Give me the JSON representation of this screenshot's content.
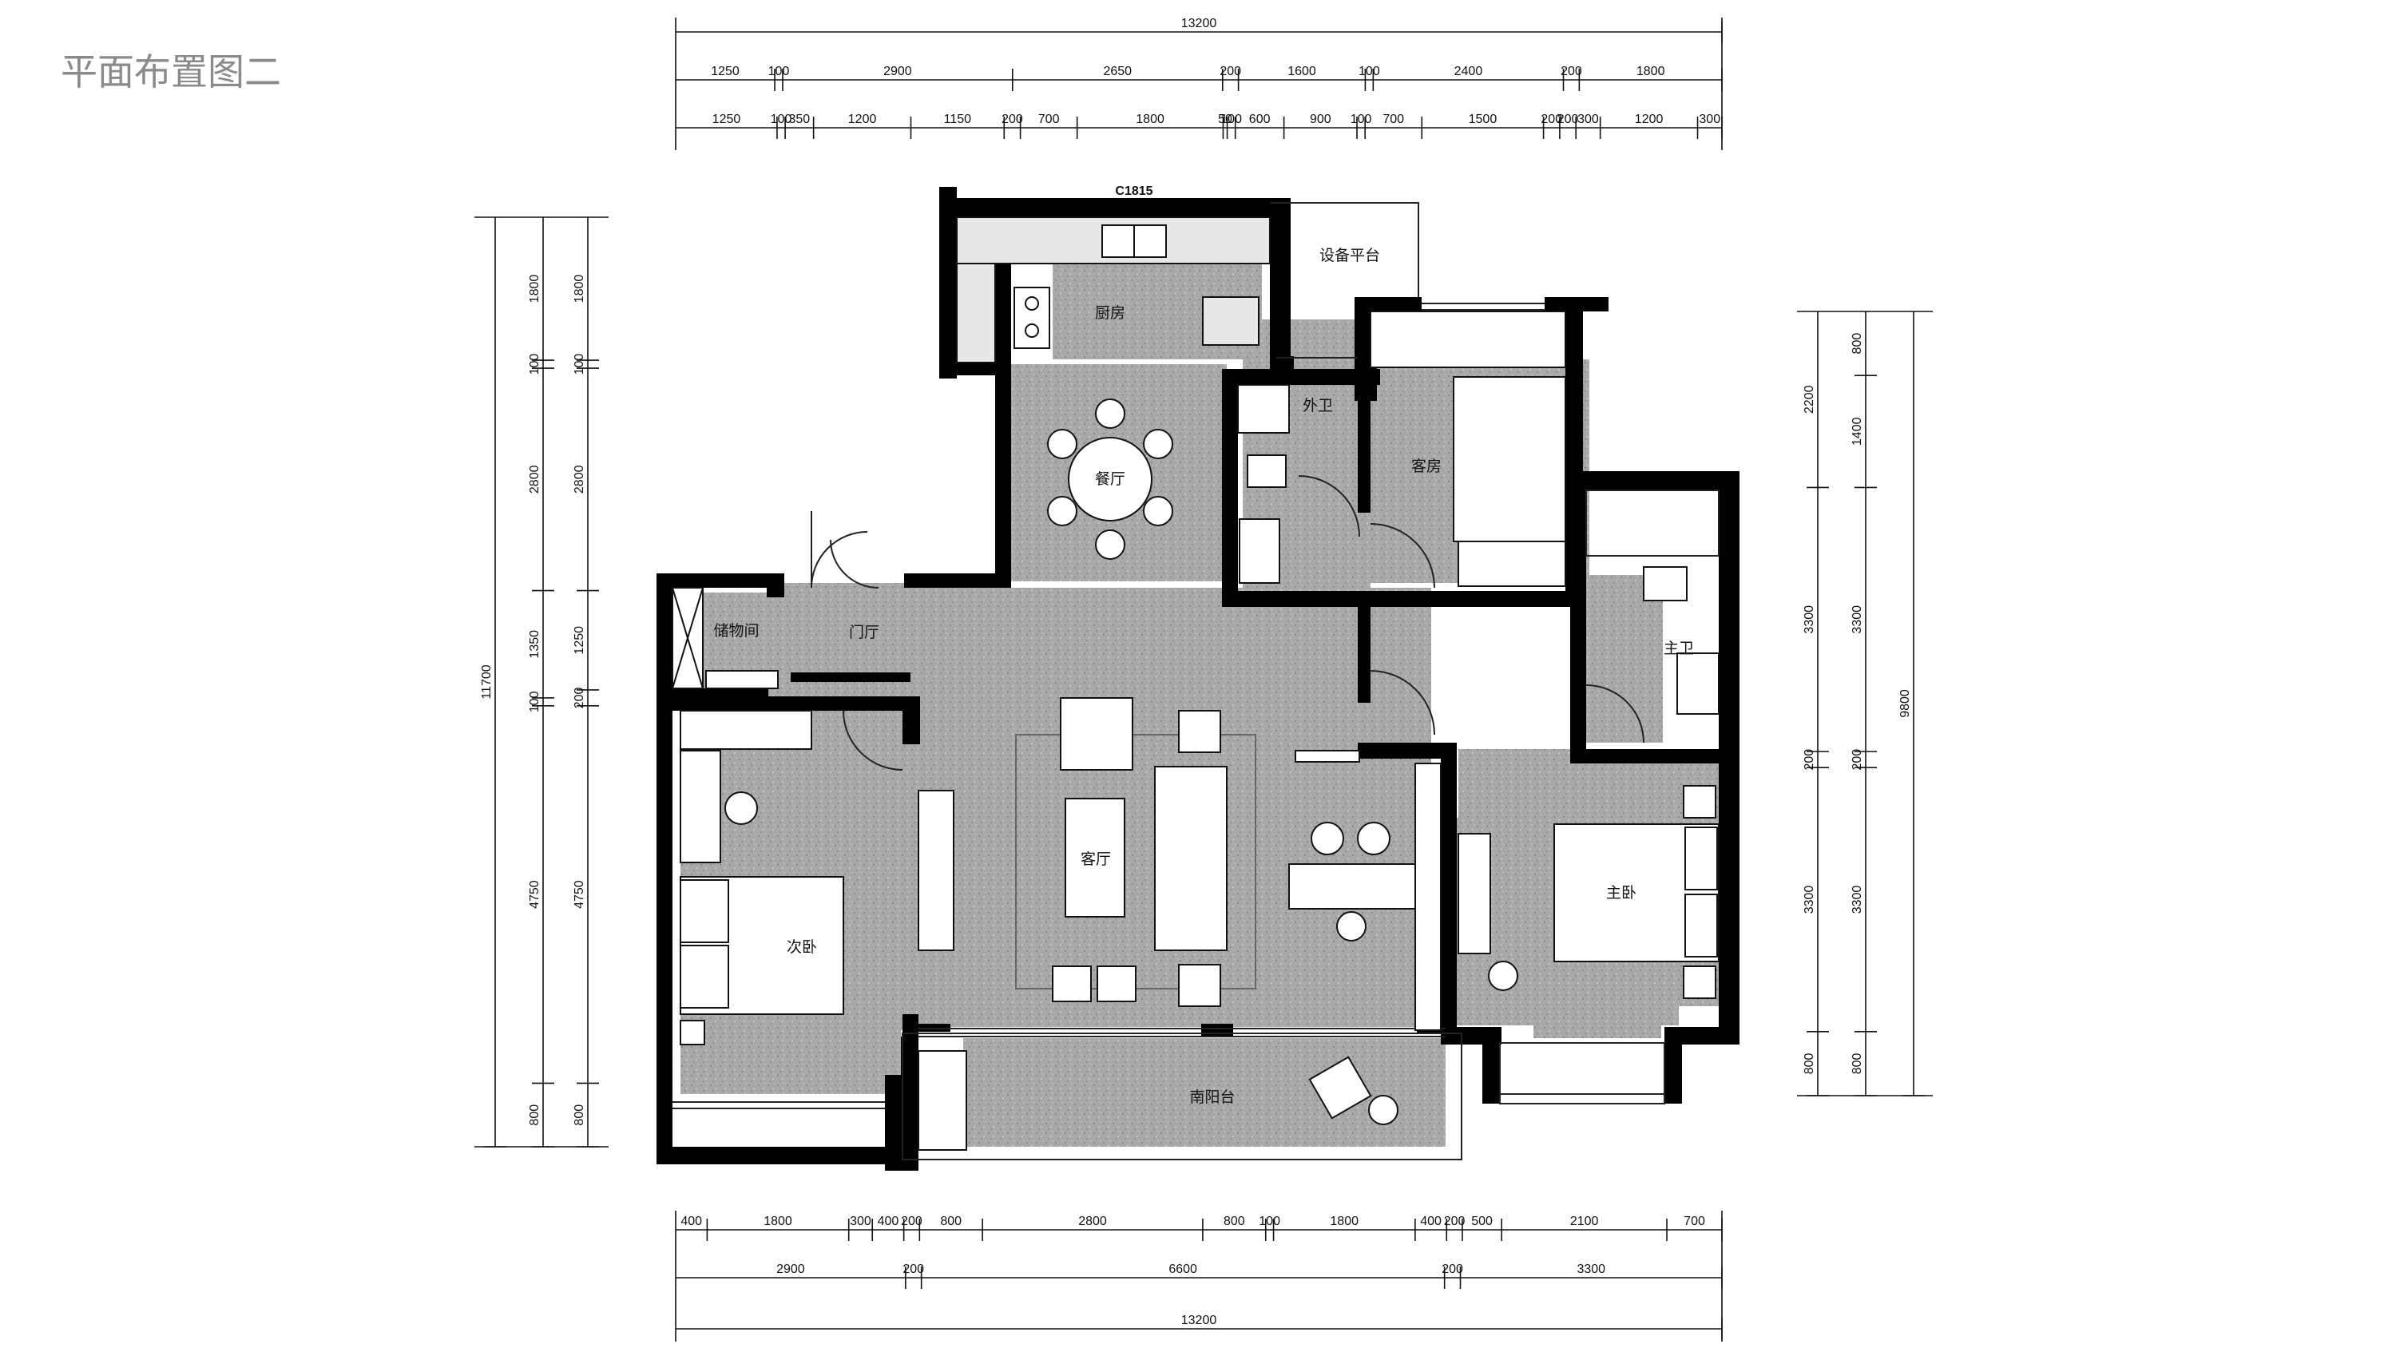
{
  "title": "平面布置图二",
  "colors": {
    "wall": "#000000",
    "floor": "#a9a9a9",
    "line": "#222222",
    "background": "#ffffff",
    "title": "#8a8a8a"
  },
  "rooms": {
    "kitchen": "厨房",
    "equipment": "设备平台",
    "dining": "餐厅",
    "guest_bath": "外卫",
    "guest_room": "客房",
    "storage": "储物间",
    "foyer": "门厅",
    "master_bath": "主卫",
    "living": "客厅",
    "second_bed": "次卧",
    "master_bed": "主卧",
    "balcony": "南阳台"
  },
  "window_tag": "C1815",
  "top_dims": {
    "total": "13200",
    "row1": [
      "1250",
      "100",
      "2900",
      "2650",
      "200",
      "1600",
      "100",
      "2400",
      "200",
      "1800"
    ],
    "row2": [
      "1250",
      "100",
      "350",
      "1200",
      "1150",
      "200",
      "700",
      "1800",
      "50",
      "100",
      "600",
      "900",
      "100",
      "700",
      "1500",
      "200",
      "200",
      "300",
      "1200",
      "300"
    ]
  },
  "bottom_dims": {
    "total": "13200",
    "row1": [
      "400",
      "1800",
      "300",
      "400",
      "200",
      "800",
      "2800",
      "800",
      "100",
      "1800",
      "400",
      "200",
      "500",
      "2100",
      "700"
    ],
    "row2": [
      "2900",
      "200",
      "6600",
      "200",
      "3300"
    ]
  },
  "left_dims": {
    "total": "11700",
    "col1": [
      "1800",
      "100",
      "2800",
      "1350",
      "100",
      "4750",
      "800"
    ],
    "col2": [
      "1800",
      "100",
      "2800",
      "1250",
      "200",
      "4750",
      "800"
    ]
  },
  "right_dims": {
    "total": "9800",
    "col1": [
      "2200",
      "3300",
      "200",
      "3300",
      "800"
    ],
    "col2": [
      "800",
      "1400",
      "3300",
      "200",
      "3300",
      "800"
    ]
  }
}
